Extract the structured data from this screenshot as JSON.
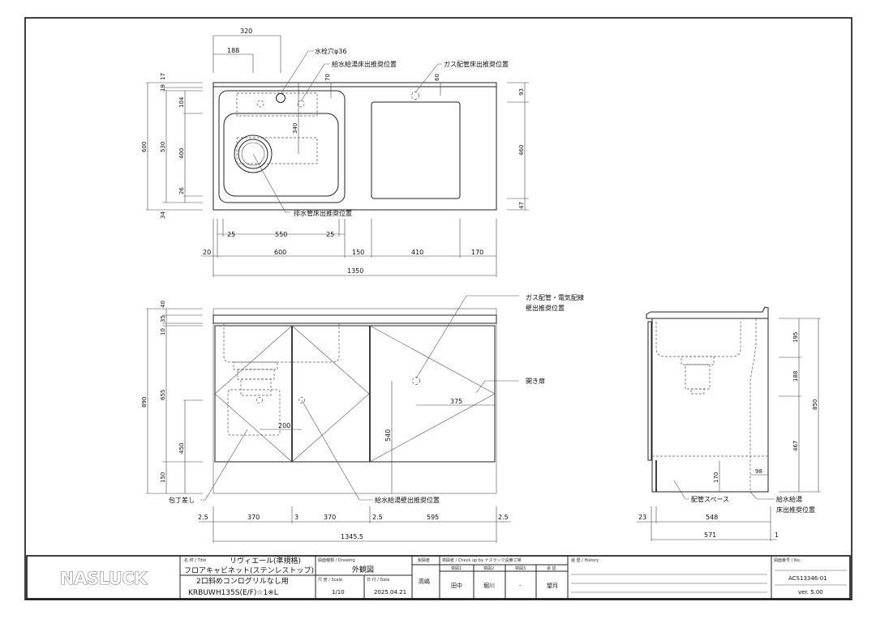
{
  "plan_view": {
    "labels": {
      "faucet_hole": "水栓穴φ36",
      "water_floor": "給水給湯床出推奨位置",
      "gas_floor": "ガス配管床出推奨位置",
      "drain_floor": "排水管床出推奨位置"
    },
    "dims": {
      "d320": "320",
      "d188": "188",
      "d17": "17",
      "d19": "19",
      "d104": "104",
      "d600": "600",
      "d530": "530",
      "d400": "400",
      "d26": "26",
      "d34": "34",
      "d70": "70",
      "d340": "340",
      "d60": "60",
      "d93": "93",
      "d460": "460",
      "d47": "47",
      "d25a": "25",
      "d550": "550",
      "d25b": "25",
      "d20": "20",
      "d600w": "600",
      "d150": "150",
      "d410": "410",
      "d170": "170",
      "d1350": "1350"
    }
  },
  "front_view": {
    "labels": {
      "gas_wall_1": "ガス配管・電気配線",
      "gas_wall_2": "壁出推奨位置",
      "door": "開き扉",
      "knife": "包丁差し",
      "water_wall": "給水給湯壁出推奨位置"
    },
    "dims": {
      "d40": "40",
      "d35": "35",
      "d10": "10",
      "d890": "890",
      "d655": "655",
      "d450": "450",
      "d150": "150",
      "d200": "200",
      "d375": "375",
      "d540": "540",
      "w1": "2.5",
      "w2": "370",
      "w3": "3",
      "w4": "370",
      "w5": "2.5",
      "w6": "595",
      "w7": "2.5",
      "total": "1345.5"
    }
  },
  "side_view": {
    "labels": {
      "pipe_space": "配管スペース",
      "water_1": "給水給湯",
      "water_2": "床出推奨位置"
    },
    "dims": {
      "d195": "195",
      "d188": "188",
      "d467": "467",
      "d850": "850",
      "d170": "170",
      "d98": "98",
      "d23": "23",
      "d548": "548",
      "d571": "571",
      "d1": "1"
    }
  },
  "title_block": {
    "logo": "NASLUCK",
    "title_label": "名 称 / Title",
    "title_1": "リヴィエール(準規格)",
    "title_2": "フロアキャビネット(ステンレストップ)",
    "title_3": "2口斜めコンログリルなし用",
    "title_4": "KRBUWH135S(E/F)☆1※L",
    "drawing_label": "図面種類 / Drawing",
    "drawing": "外観図",
    "scale_label": "尺 度 / Scale",
    "scale": "1/10",
    "date_label": "日 付 / Date",
    "date": "2025.04.21",
    "made_label": "製図者",
    "made": "高嶋",
    "check_label": "検図者 / Check up by ナスラック設備工場",
    "check_h1": "検図1",
    "check_h2": "検図2",
    "check_h3": "検図3",
    "check_h4": "承 認",
    "check_v1": "田中",
    "check_v2": "堀川",
    "check_v3": "-",
    "check_v4": "望月",
    "history_label": "履 歴 / History",
    "no_label": "図面番号 / No.",
    "no": "ACS13346-01",
    "version": "ver. 5.00"
  }
}
